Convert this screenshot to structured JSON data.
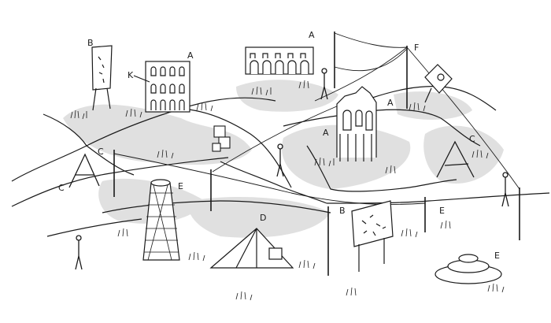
{
  "labels": {
    "a_building_left": "A",
    "a_arcade_top": "A",
    "a_facade_center": "A",
    "a_center_right": "A",
    "b_sign_top": "B",
    "b_sign_right": "B",
    "c_left_upper": "C",
    "c_left_lower": "C",
    "c_right": "C",
    "d_tent": "D",
    "e_tower": "E",
    "e_right_pole": "E",
    "e_disc": "E",
    "f_pole": "F",
    "k_label": "K"
  },
  "colors": {
    "ink": "#1a1a1a",
    "wash": "#cfcfcf",
    "paper": "#ffffff"
  }
}
